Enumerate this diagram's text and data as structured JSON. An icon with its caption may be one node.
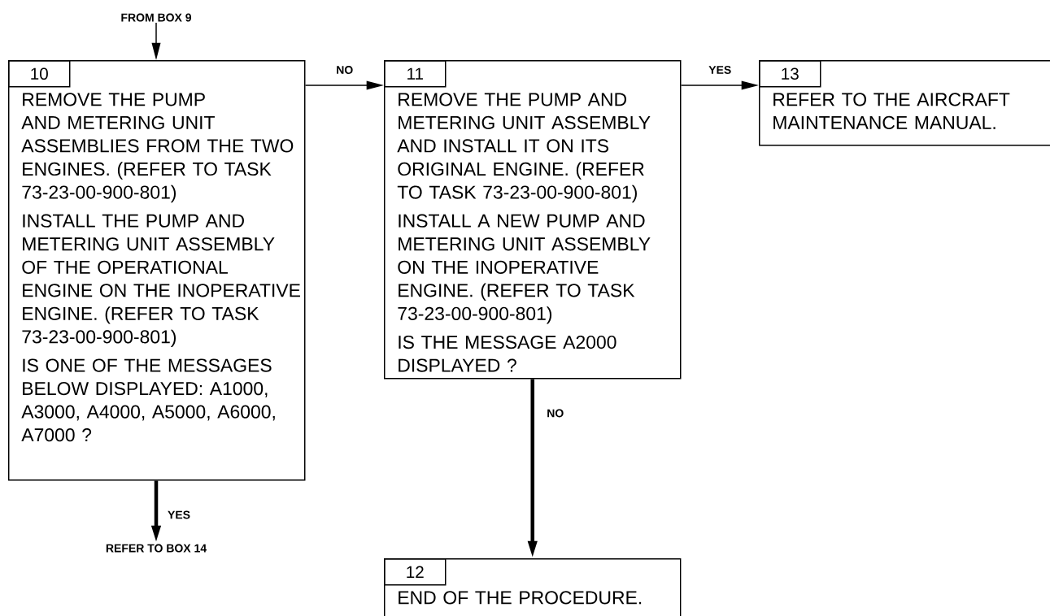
{
  "diagram": {
    "nodes": [
      {
        "text": [
          "FROM BOX 9"
        ]
      },
      {
        "text": [
          "10",
          "REMOVE THE PUMP AND METERING UNIT ASSEMBLIES FROM THE TWO ENGINES. (REFER TO TASK 73-23-00-900-801)",
          "INSTALL THE PUMP AND METERING UNIT ASSEMBLY OF THE OPERATIONAL ENGINE ON THE INOPERATIVE ENGINE. (REFER TO TASK 73-23-00-900-801)",
          "IS ONE OF THE MESSAGES BELOW DISPLAYED: A1000, A3000, A4000, A5000, A6000, A7000 ?"
        ]
      },
      {
        "text": [
          "11",
          "REMOVE THE PUMP AND METERING UNIT ASSEMBLY AND INSTALL IT ON ITS ORIGINAL ENGINE. (REFER TO TASK 73-23-00-900-801)",
          "INSTALL A NEW PUMP AND METERING UNIT ASSEMBLY ON THE INOPERATIVE ENGINE. (REFER TO TASK 73-23-00-900-801)",
          "IS THE MESSAGE A2000 DISPLAYED ?"
        ]
      },
      {
        "text": [
          "13",
          "REFER TO THE AIRCRAFT MAINTENANCE MANUAL."
        ]
      },
      {
        "text": [
          "REFER TO BOX 14"
        ]
      },
      {
        "text": [
          "12",
          "END OF THE PROCEDURE."
        ]
      }
    ],
    "edges": [
      {
        "from": 0,
        "to": 1,
        "arrow": "to"
      },
      {
        "from": 1,
        "to": 2,
        "arrow": "to",
        "label": "NO"
      },
      {
        "from": 2,
        "to": 3,
        "arrow": "to",
        "label": "YES"
      },
      {
        "from": 1,
        "to": 4,
        "arrow": "to",
        "label": "YES",
        "style": "thick"
      },
      {
        "from": 2,
        "to": 5,
        "arrow": "to",
        "label": "NO",
        "style": "thick"
      }
    ]
  }
}
